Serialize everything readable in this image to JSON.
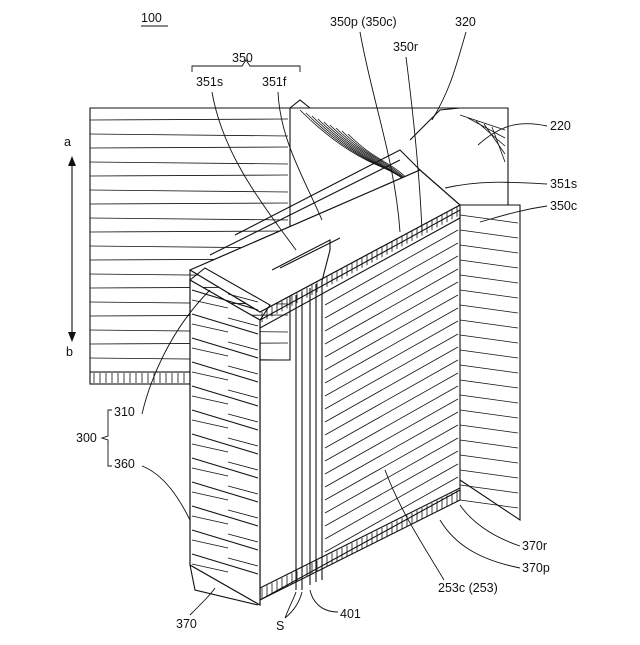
{
  "figure": {
    "number": "100",
    "axis_top": "a",
    "axis_bottom": "b",
    "labels": {
      "l350": "350",
      "l351s_top": "351s",
      "l351f": "351f",
      "l350p": "350p (350c)",
      "l320": "320",
      "l350r": "350r",
      "l220": "220",
      "l351s_right": "351s",
      "l350c": "350c",
      "l300": "300",
      "l310": "310",
      "l360": "360",
      "l370r": "370r",
      "l370p": "370p",
      "l253c": "253c (253)",
      "l370": "370",
      "l401": "401",
      "lS": "S"
    }
  }
}
